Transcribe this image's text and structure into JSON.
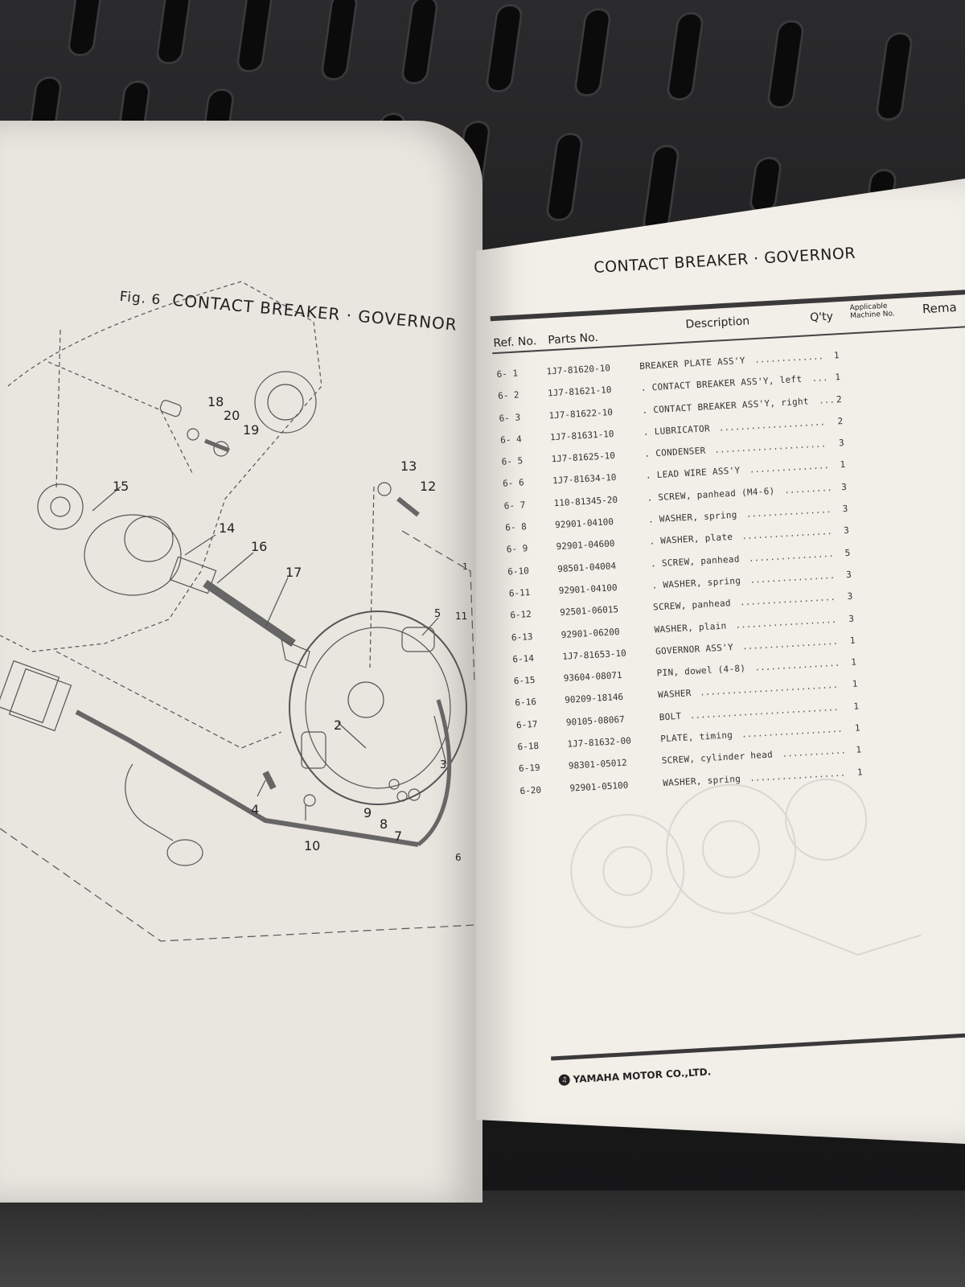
{
  "left_page": {
    "fig_label": "Fig. 6",
    "title": "CONTACT BREAKER · GOVERNOR",
    "callouts": [
      "1",
      "2",
      "3",
      "4",
      "5",
      "6",
      "7",
      "8",
      "9",
      "10",
      "11",
      "12",
      "13",
      "14",
      "15",
      "16",
      "17",
      "18",
      "19",
      "20"
    ]
  },
  "right_page": {
    "title": "CONTACT BREAKER · GOVERNOR",
    "headers": {
      "ref_no": "Ref. No.",
      "parts_no": "Parts No.",
      "description": "Description",
      "qty": "Q'ty",
      "applicable": "Applicable Machine No.",
      "remarks": "Rema"
    },
    "parts": [
      {
        "ref": "6- 1",
        "part_no": "1J7-81620-10",
        "description": "BREAKER PLATE ASS'Y",
        "qty": "1"
      },
      {
        "ref": "6- 2",
        "part_no": "1J7-81621-10",
        "description": ". CONTACT BREAKER ASS'Y, left",
        "qty": "1"
      },
      {
        "ref": "6- 3",
        "part_no": "1J7-81622-10",
        "description": ". CONTACT BREAKER ASS'Y, right",
        "qty": "2"
      },
      {
        "ref": "6- 4",
        "part_no": "1J7-81631-10",
        "description": ". LUBRICATOR",
        "qty": "2"
      },
      {
        "ref": "6- 5",
        "part_no": "1J7-81625-10",
        "description": ". CONDENSER",
        "qty": "3"
      },
      {
        "ref": "6- 6",
        "part_no": "1J7-81634-10",
        "description": ". LEAD WIRE ASS'Y",
        "qty": "1"
      },
      {
        "ref": "6- 7",
        "part_no": "110-81345-20",
        "description": ". SCREW, panhead (M4-6)",
        "qty": "3"
      },
      {
        "ref": "6- 8",
        "part_no": "92901-04100",
        "description": ". WASHER, spring",
        "qty": "3"
      },
      {
        "ref": "6- 9",
        "part_no": "92901-04600",
        "description": ". WASHER, plate",
        "qty": "3"
      },
      {
        "ref": "6-10",
        "part_no": "98501-04004",
        "description": ". SCREW, panhead",
        "qty": "5"
      },
      {
        "ref": "6-11",
        "part_no": "92901-04100",
        "description": ". WASHER, spring",
        "qty": "3"
      },
      {
        "ref": "6-12",
        "part_no": "92501-06015",
        "description": "SCREW, panhead",
        "qty": "3"
      },
      {
        "ref": "6-13",
        "part_no": "92901-06200",
        "description": "WASHER, plain",
        "qty": "3"
      },
      {
        "ref": "6-14",
        "part_no": "1J7-81653-10",
        "description": "GOVERNOR ASS'Y",
        "qty": "1"
      },
      {
        "ref": "6-15",
        "part_no": "93604-08071",
        "description": "PIN, dowel (4-8)",
        "qty": "1"
      },
      {
        "ref": "6-16",
        "part_no": "90209-18146",
        "description": "WASHER",
        "qty": "1"
      },
      {
        "ref": "6-17",
        "part_no": "90105-08067",
        "description": "BOLT",
        "qty": "1"
      },
      {
        "ref": "6-18",
        "part_no": "1J7-81632-00",
        "description": "PLATE, timing",
        "qty": "1"
      },
      {
        "ref": "6-19",
        "part_no": "98301-05012",
        "description": "SCREW, cylinder head",
        "qty": "1"
      },
      {
        "ref": "6-20",
        "part_no": "92901-05100",
        "description": "WASHER, spring",
        "qty": "1"
      }
    ],
    "footer": "YAMAHA MOTOR CO.,LTD."
  },
  "colors": {
    "paper_left": "#e9e5df",
    "paper_right": "#f2eee8",
    "ink": "#222222",
    "background": "#1c1c1d"
  }
}
